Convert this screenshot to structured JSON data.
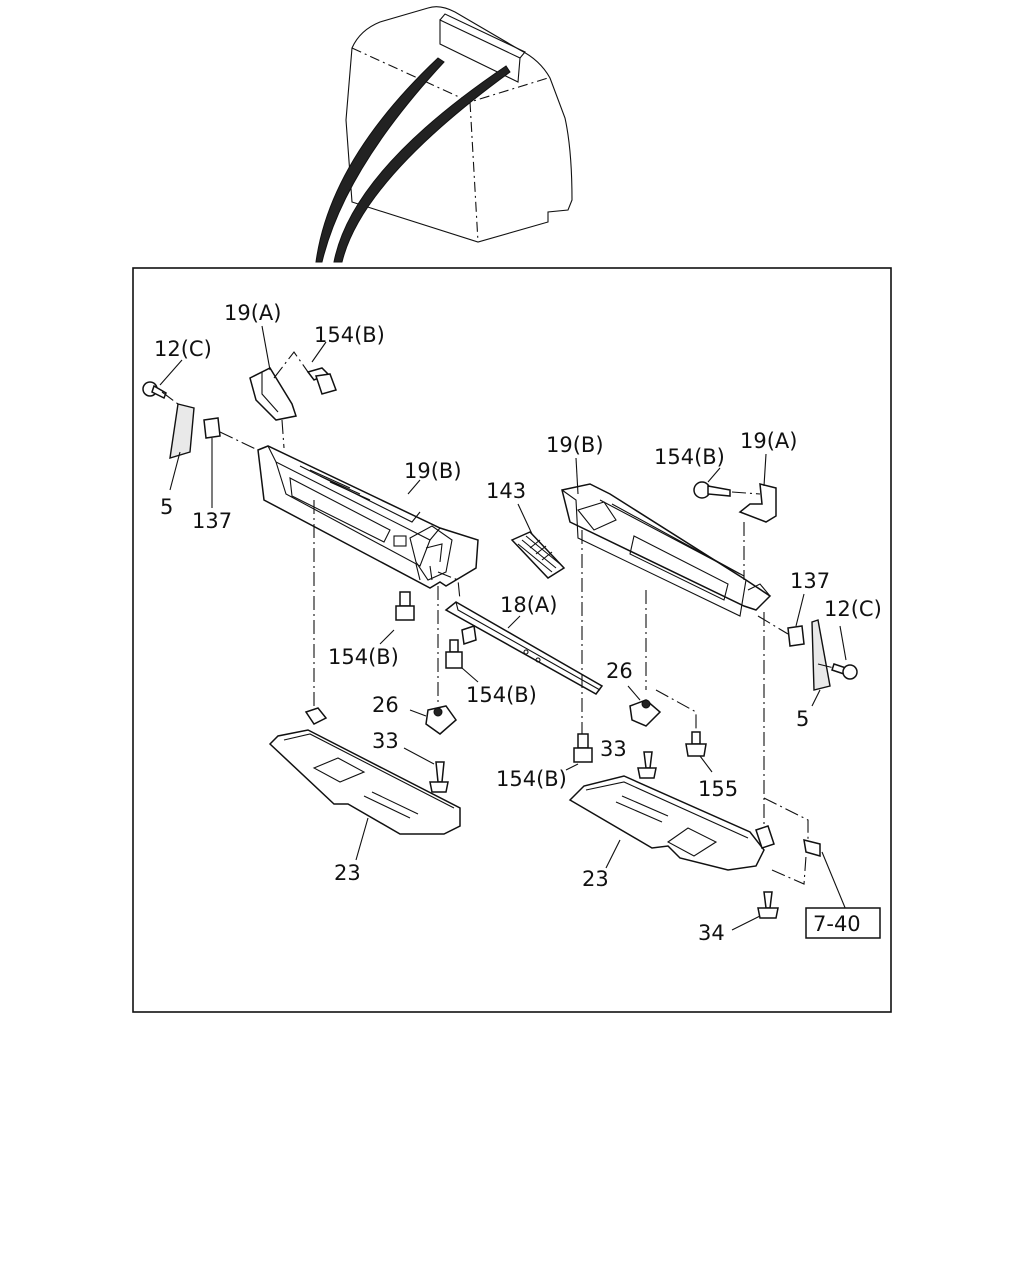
{
  "labels": {
    "l_19a_left": "19(A)",
    "l_154b_top_left": "154(B)",
    "l_12c_left": "12(C)",
    "l_5_left": "5",
    "l_137_left": "137",
    "l_19b_left": "19(B)",
    "l_143": "143",
    "l_18a": "18(A)",
    "l_154b_mid_left": "154(B)",
    "l_154b_mid": "154(B)",
    "l_26_left": "26",
    "l_33_left": "33",
    "l_23_left": "23",
    "l_19b_right": "19(B)",
    "l_154b_top_right": "154(B)",
    "l_19a_right": "19(A)",
    "l_137_right": "137",
    "l_12c_right": "12(C)",
    "l_5_right": "5",
    "l_26_right": "26",
    "l_33_right": "33",
    "l_154b_low_right": "154(B)",
    "l_155": "155",
    "l_23_right": "23",
    "l_34": "34",
    "ref_7_40": "7-40"
  }
}
